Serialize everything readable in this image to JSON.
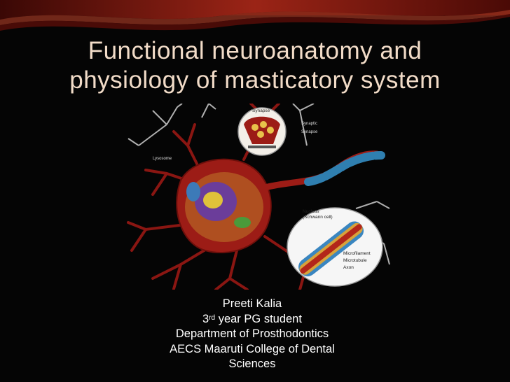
{
  "slide": {
    "title_line1": "Functional neuroanatomy and",
    "title_line2": "physiology of masticatory system",
    "accent_color": "#8e1a12",
    "title_color": "#f2dcc8"
  },
  "illustration": {
    "description_icon": "neuron-illustration-icon",
    "labels": {
      "synapse": "Synapse",
      "synaptic": "Synaptic",
      "synapse2": "Synapse",
      "lysosome": "Lysosome",
      "nucleus": "Nucleus",
      "schwann": "(Schwann cell)",
      "microfilament": "Microfilament",
      "microtubule": "Microtubule",
      "axon": "Axon"
    }
  },
  "author": {
    "name": "Preeti Kalia",
    "year_number": "3",
    "year_suffix": "rd",
    "year_rest": " year PG student",
    "department": "Department of Prosthodontics",
    "college_line1": "AECS Maaruti College of Dental",
    "college_line2": "Sciences"
  }
}
